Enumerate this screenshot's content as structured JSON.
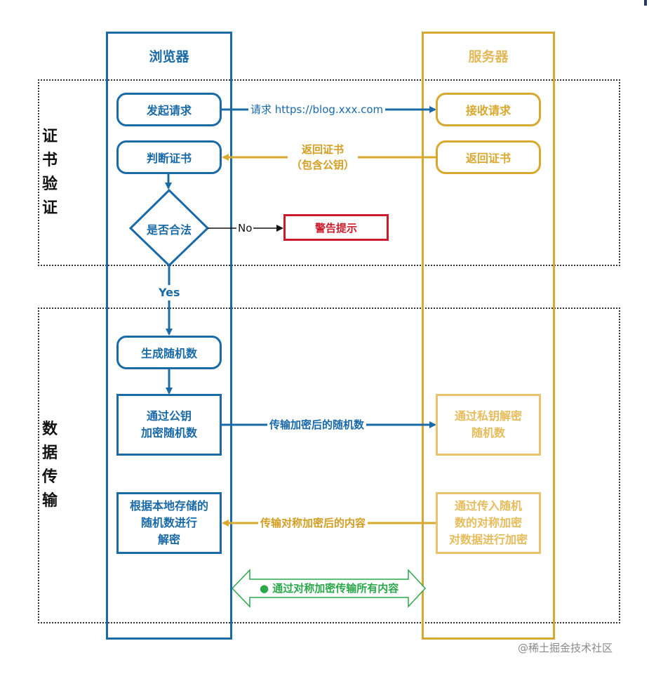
{
  "lanes": {
    "browser": "浏览器",
    "server": "服务器"
  },
  "sections": {
    "cert_verify": [
      "证",
      "书",
      "验",
      "证"
    ],
    "data_transfer": [
      "数",
      "据",
      "传",
      "输"
    ]
  },
  "browser_steps": {
    "send_request": "发起请求",
    "judge_cert": "判断证书",
    "is_valid": "是否合法",
    "gen_random": "生成随机数",
    "encrypt_random": [
      "通过公钥",
      "加密随机数"
    ],
    "decrypt_local": [
      "根据本地存储的",
      "随机数进行",
      "解密"
    ]
  },
  "server_steps": {
    "receive_request": "接收请求",
    "return_cert": "返回证书",
    "decrypt_private": [
      "通过私钥解密",
      "随机数"
    ],
    "encrypt_symmetric": [
      "通过传入随机",
      "数的对称加密",
      "对数据进行加密"
    ]
  },
  "warning": "警告提示",
  "edge_labels": {
    "request_url": "请求 https://blog.xxx.com",
    "return_cert": [
      "返回证书",
      "（包含公钥）"
    ],
    "no": "No",
    "yes": "Yes",
    "send_encrypted_random": "传输加密后的随机数",
    "send_symmetric": "传输对称加密后的内容",
    "all_symmetric": "● 通过对称加密传输所有内容"
  },
  "colors": {
    "browser": "#1a6aa8",
    "server": "#d9a82e",
    "warning": "#cc1b2b",
    "bidirectional": "#2aa84a"
  },
  "watermark": "@稀土掘金技术社区"
}
